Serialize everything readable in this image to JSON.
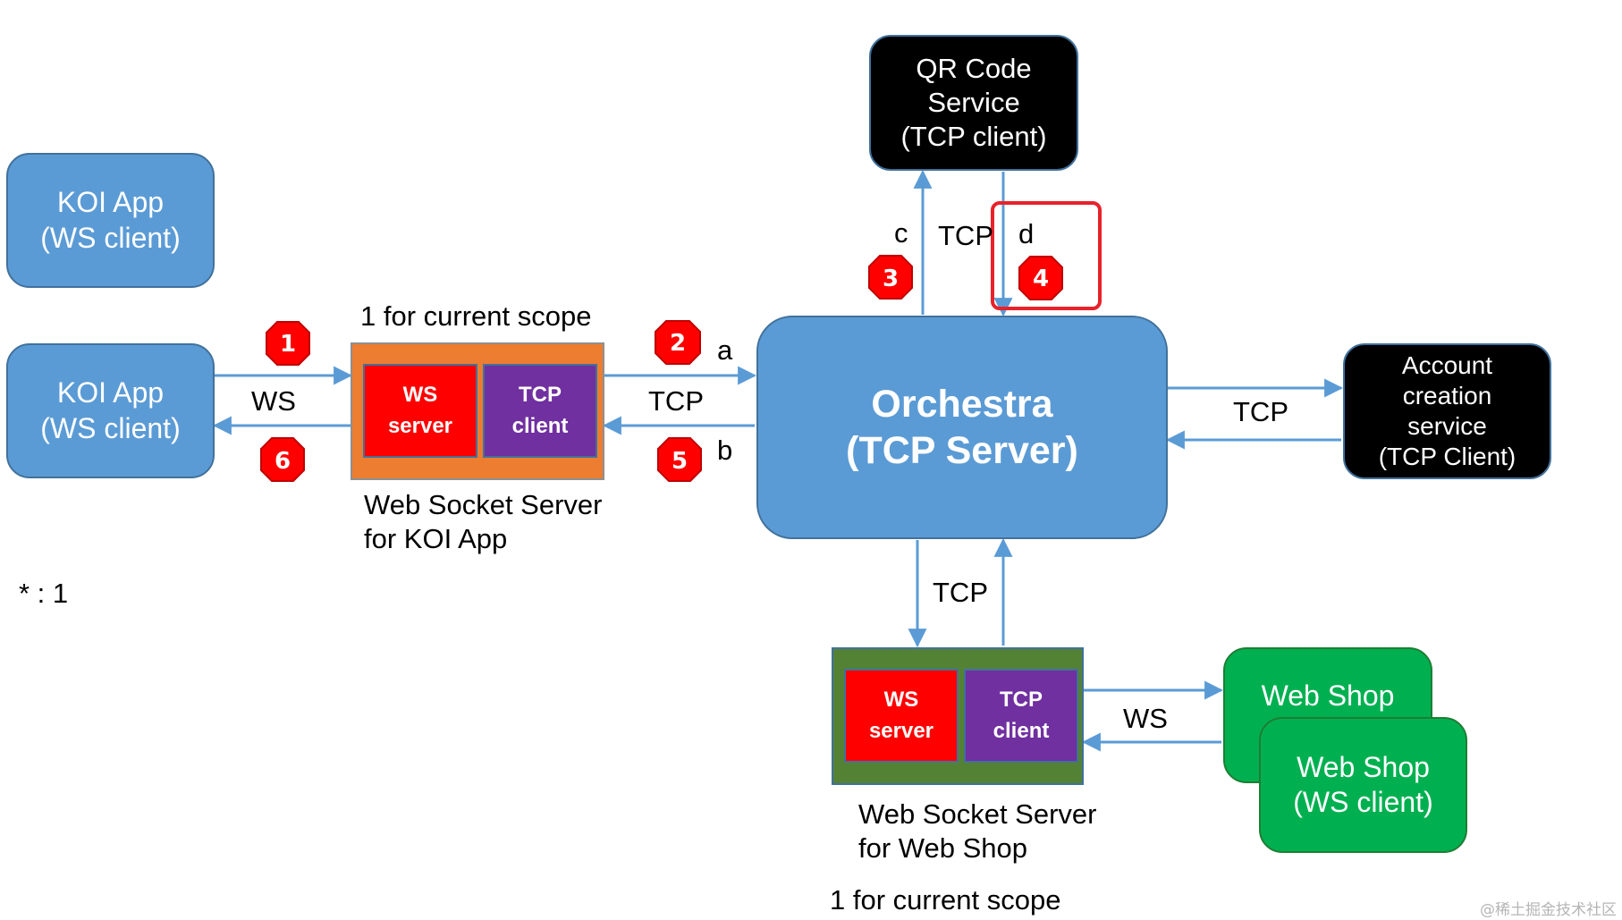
{
  "koi_app_top": {
    "line1": "KOI App",
    "line2": "(WS client)"
  },
  "koi_app_main": {
    "line1": "KOI App",
    "line2": "(WS client)"
  },
  "koi_server": {
    "scope_label": "1 for current scope",
    "ws_line1": "WS",
    "ws_line2": "server",
    "tcp_line1": "TCP",
    "tcp_line2": "client",
    "caption_line1": "Web Socket Server",
    "caption_line2": "for KOI App"
  },
  "orchestra": {
    "line1": "Orchestra",
    "line2": "(TCP Server)"
  },
  "qr_service": {
    "line1": "QR Code",
    "line2": "Service",
    "line3": "(TCP client)"
  },
  "account_service": {
    "line1": "Account",
    "line2": "creation",
    "line3": "service",
    "line4": "(TCP Client)"
  },
  "web_shop_server": {
    "ws_line1": "WS",
    "ws_line2": "server",
    "tcp_line1": "TCP",
    "tcp_line2": "client",
    "caption_line1": "Web Socket Server",
    "caption_line2": "for Web Shop",
    "scope_label": "1 for current scope"
  },
  "web_shop_back": {
    "line1": "Web Shop"
  },
  "web_shop_front": {
    "line1": "Web Shop",
    "line2": "(WS client)"
  },
  "labels": {
    "ws_left": "WS",
    "tcp_koi_orch": "TCP",
    "a": "a",
    "b": "b",
    "c": "c",
    "d": "d",
    "tcp_qr": "TCP",
    "tcp_account": "TCP",
    "tcp_shop": "TCP",
    "ws_shop": "WS",
    "ratio": "* : 1"
  },
  "badges": [
    "1",
    "2",
    "3",
    "4",
    "5",
    "6"
  ],
  "watermark": "@稀土掘金技术社区",
  "colors": {
    "blue_box": "#5b9bd5",
    "arrow": "#5b9bd5",
    "badge": "#ff0000",
    "orange_frame": "#ed7d31",
    "green_frame": "#548235",
    "ws_server": "#ff0000",
    "tcp_client": "#7030a0",
    "web_shop": "#00b050",
    "highlight": "#e8222a"
  }
}
